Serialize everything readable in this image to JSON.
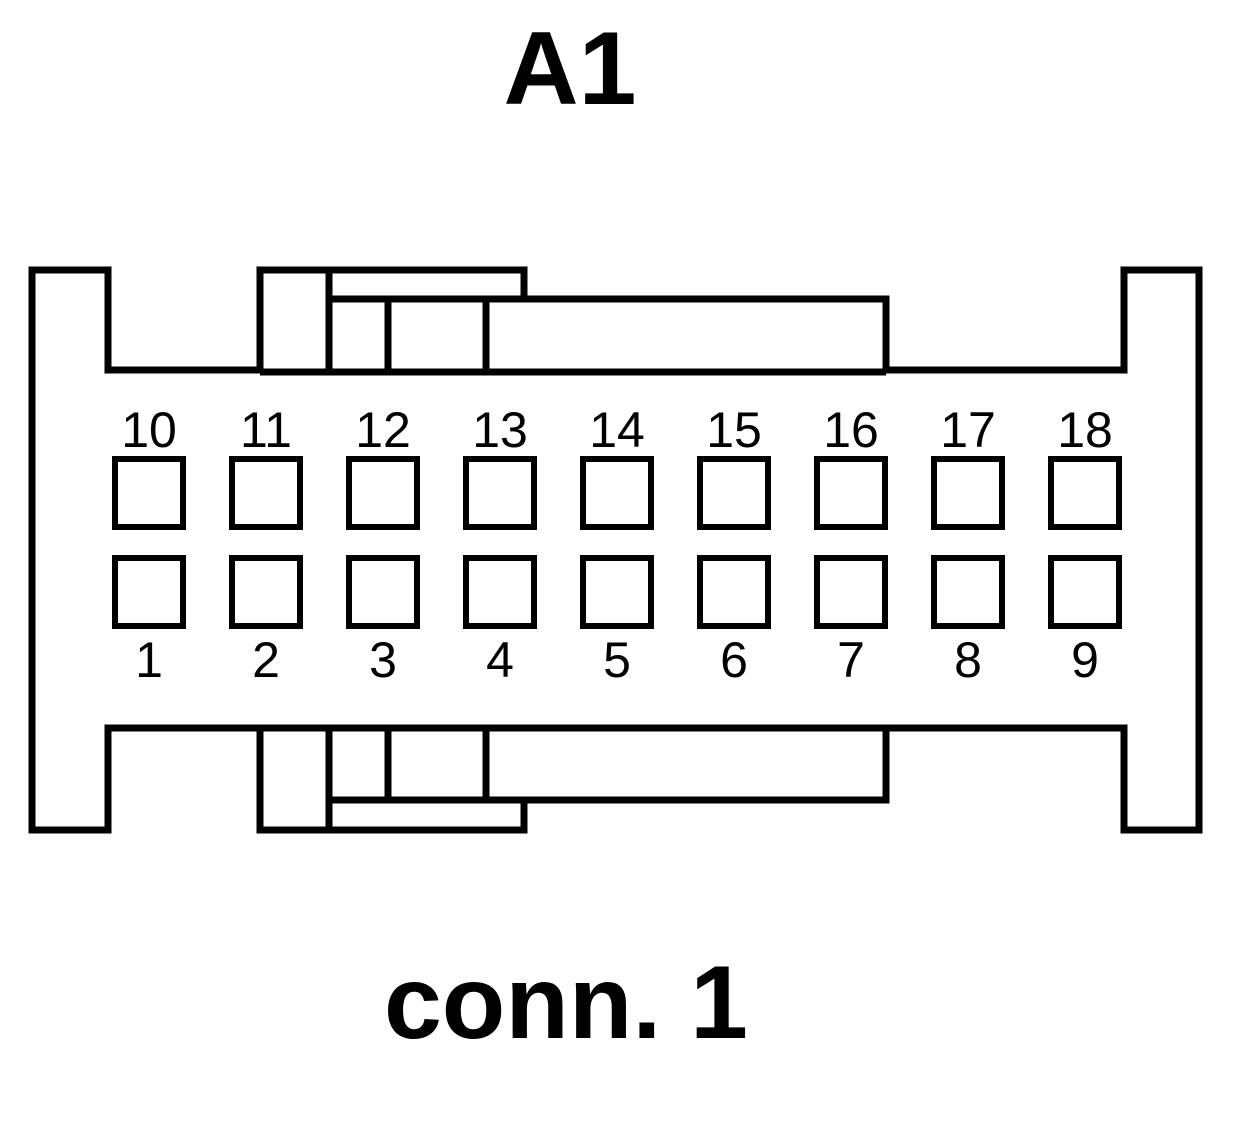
{
  "title": "A1",
  "subtitle": "conn. 1",
  "colors": {
    "stroke": "#000000",
    "background": "#ffffff"
  },
  "pins": {
    "top_row": [
      "10",
      "11",
      "12",
      "13",
      "14",
      "15",
      "16",
      "17",
      "18"
    ],
    "bottom_row": [
      "1",
      "2",
      "3",
      "4",
      "5",
      "6",
      "7",
      "8",
      "9"
    ]
  }
}
